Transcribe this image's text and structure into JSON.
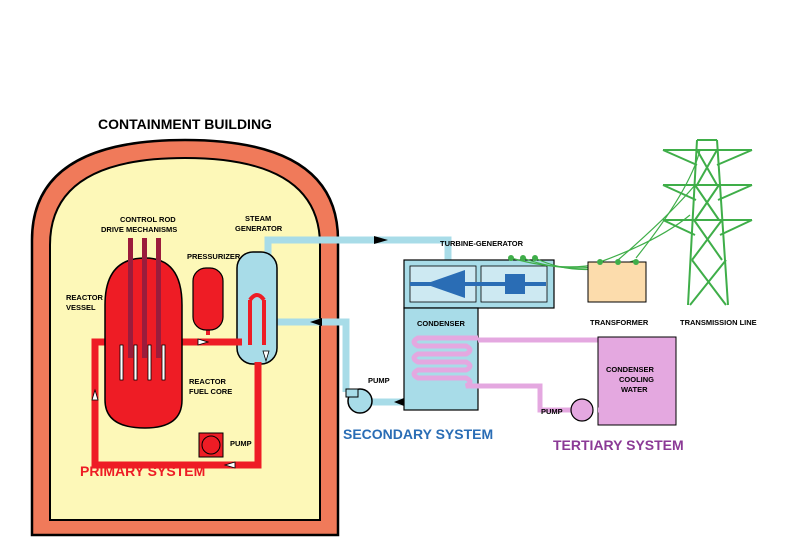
{
  "labels": {
    "containment": "CONTAINMENT BUILDING",
    "control_rod_1": "CONTROL ROD",
    "control_rod_2": "DRIVE MECHANISMS",
    "steam_gen_1": "STEAM",
    "steam_gen_2": "GENERATOR",
    "pressurizer": "PRESSURIZER",
    "reactor_vessel_1": "REACTOR",
    "reactor_vessel_2": "VESSEL",
    "reactor_core_1": "REACTOR",
    "reactor_core_2": "FUEL CORE",
    "pump_primary": "PUMP",
    "pump_secondary": "PUMP",
    "pump_tertiary": "PUMP",
    "turbine_generator": "TURBINE-GENERATOR",
    "condenser": "CONDENSER",
    "cooling_water_1": "CONDENSER",
    "cooling_water_2": "COOLING",
    "cooling_water_3": "WATER",
    "transformer": "TRANSFORMER",
    "transmission_line": "TRANSMISSION LINE"
  },
  "systems": {
    "primary": "PRIMARY SYSTEM",
    "secondary": "SECONDARY SYSTEM",
    "tertiary": "TERTIARY SYSTEM"
  },
  "colors": {
    "containment_wall": "#f07a5a",
    "containment_interior": "#fdf8b8",
    "primary": "#ee1c25",
    "secondary": "#a8dce8",
    "tertiary": "#e4a8e0",
    "tertiary_text": "#8b3a96",
    "secondary_text": "#2a6db5",
    "transformer": "#fcdcac",
    "tower": "#3fae49",
    "control_rod": "#9b1c3c"
  }
}
